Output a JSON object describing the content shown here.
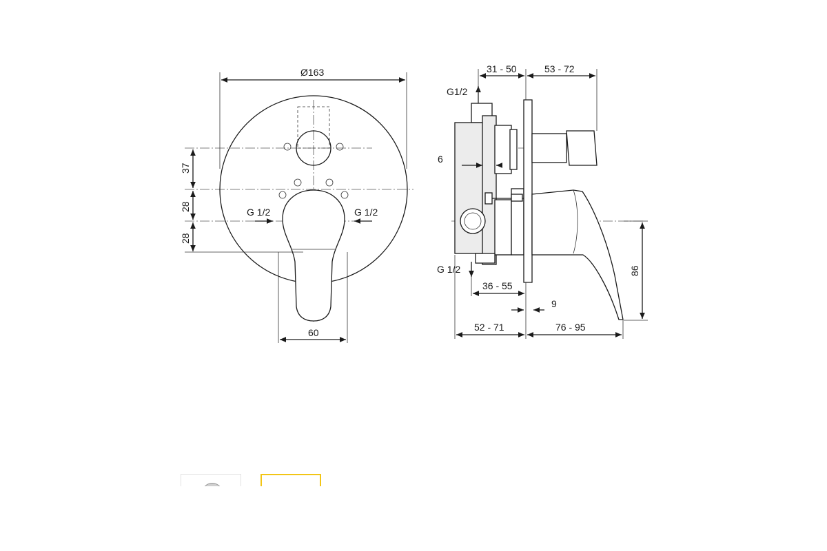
{
  "front_view": {
    "diameter_label": "Ø163",
    "width_label": "60",
    "dim_37": "37",
    "dim_28_a": "28",
    "dim_28_b": "28",
    "inlet_left": "G 1/2",
    "inlet_right": "G 1/2"
  },
  "side_view": {
    "top_outlet": "G1/2",
    "bottom_outlet": "G 1/2",
    "dim_31_50": "31 - 50",
    "dim_53_72": "53 - 72",
    "dim_6": "6",
    "dim_36_55": "36 - 55",
    "dim_9": "9",
    "dim_52_71": "52 - 71",
    "dim_76_95": "76 - 95",
    "dim_86": "86"
  },
  "gallery": {
    "thumbnails": [
      "thumbnail-1",
      "thumbnail-2"
    ],
    "active_color": "#f2c516"
  }
}
